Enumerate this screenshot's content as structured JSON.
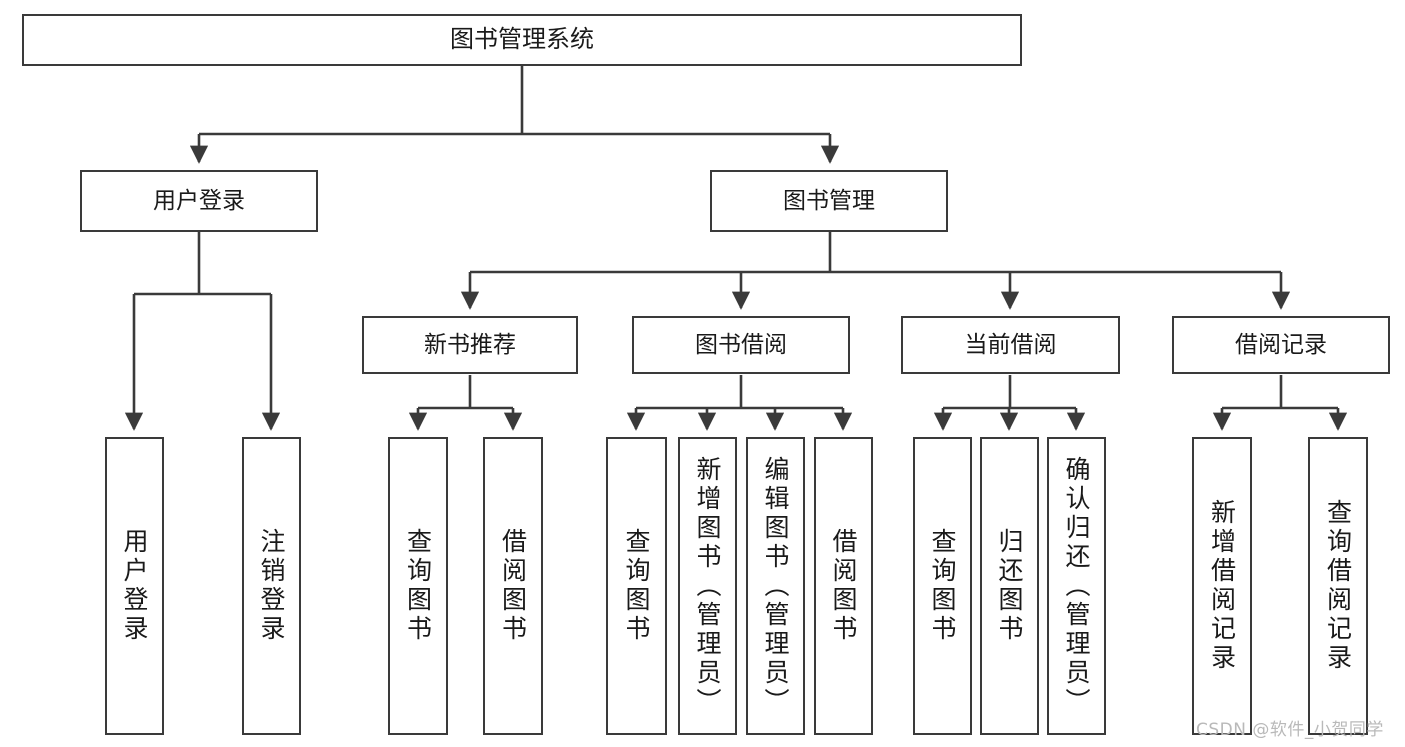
{
  "diagram": {
    "type": "tree-hierarchy-chart",
    "title": "图书管理系统",
    "line_color": "#3a3a3a",
    "box_fill": "#ffffff",
    "text_color": "#1a1a1a",
    "root": {
      "label": "图书管理系统"
    },
    "level2": [
      {
        "label": "用户登录"
      },
      {
        "label": "图书管理"
      }
    ],
    "level3": [
      {
        "label": "新书推荐"
      },
      {
        "label": "图书借阅"
      },
      {
        "label": "当前借阅"
      },
      {
        "label": "借阅记录"
      }
    ],
    "leaves": {
      "user_login": [
        {
          "label": "用户登录"
        },
        {
          "label": "注销登录"
        }
      ],
      "new_book_recommend": [
        {
          "label": "查询图书"
        },
        {
          "label": "借阅图书"
        }
      ],
      "book_borrow": [
        {
          "label": "查询图书"
        },
        {
          "label": "新增图书（管理员）"
        },
        {
          "label": "编辑图书（管理员）"
        },
        {
          "label": "借阅图书"
        }
      ],
      "current_borrow": [
        {
          "label": "查询图书"
        },
        {
          "label": "归还图书"
        },
        {
          "label": "确认归还（管理员）"
        }
      ],
      "borrow_record": [
        {
          "label": "新增借阅记录"
        },
        {
          "label": "查询借阅记录"
        }
      ]
    }
  },
  "watermark": {
    "text": "CSDN @软件_小贺同学",
    "color": "#b9b9b9"
  }
}
